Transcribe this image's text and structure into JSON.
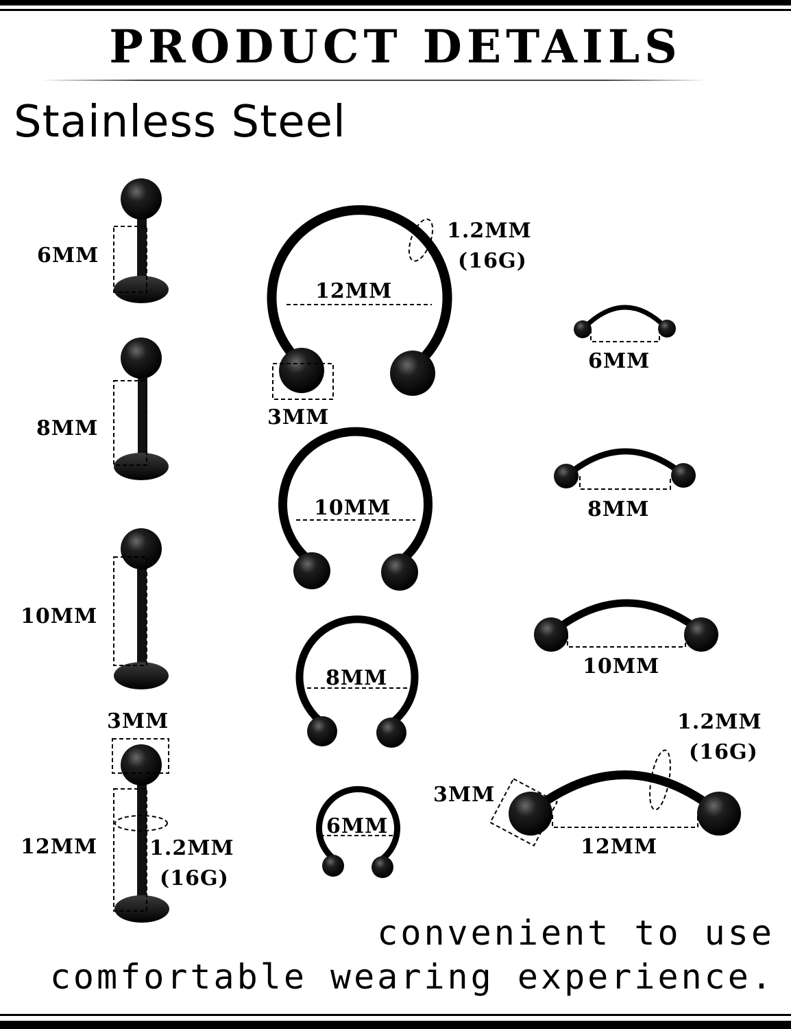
{
  "header": {
    "title": "PRODUCT DETAILS",
    "subtitle": "Stainless Steel"
  },
  "labret": {
    "lengths": [
      "6MM",
      "8MM",
      "10MM",
      "12MM"
    ],
    "ball": "3MM",
    "gauge_mm": "1.2MM",
    "gauge_g": "(16G)"
  },
  "horseshoe": {
    "diameters": [
      "12MM",
      "10MM",
      "8MM",
      "6MM"
    ],
    "ball": "3MM",
    "gauge_mm": "1.2MM",
    "gauge_g": "(16G)"
  },
  "curved": {
    "lengths": [
      "6MM",
      "8MM",
      "10MM",
      "12MM"
    ],
    "ball": "3MM",
    "gauge_mm": "1.2MM",
    "gauge_g": "(16G)"
  },
  "footer": {
    "line1": "convenient to use",
    "line2": "comfortable wearing experience."
  },
  "colors": {
    "accent": "#000000",
    "background": "#ffffff"
  },
  "icons": [
    "labret-stud-icon",
    "horseshoe-ring-icon",
    "curved-barbell-icon"
  ]
}
